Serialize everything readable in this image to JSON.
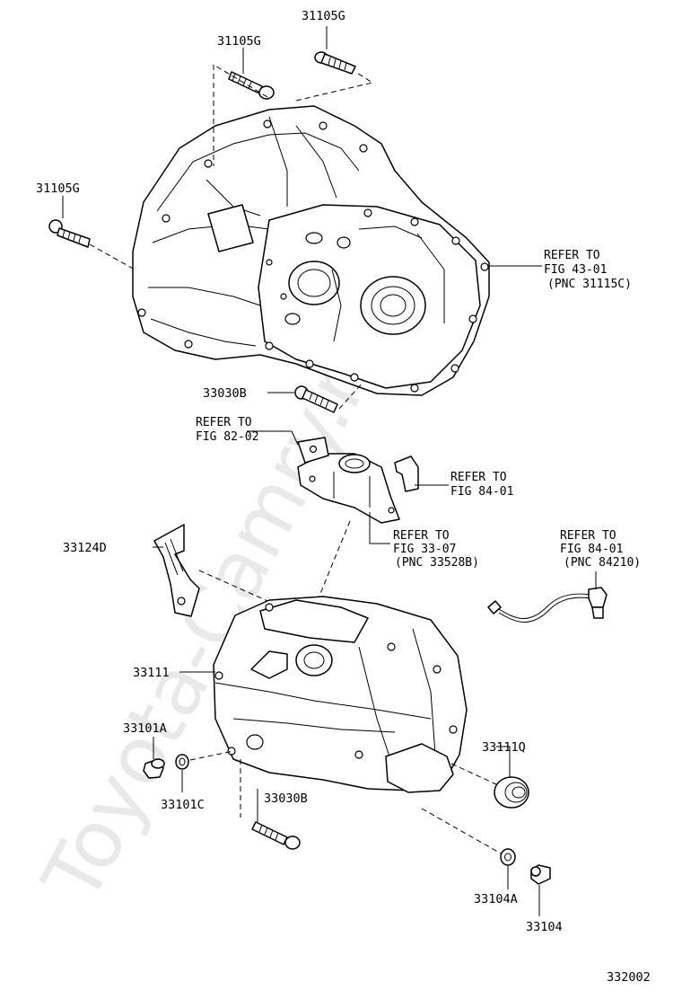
{
  "watermark": "Toyota-Camry.ru",
  "diagram_id": "332002",
  "parts": {
    "bolt_top_right": "31105G",
    "bolt_top_left": "31105G",
    "bolt_left": "31105G",
    "bolt_housing_bottom": "33030B",
    "bracket": "33124D",
    "case": "33111",
    "plug": "33101A",
    "gasket": "33101C",
    "bolt_case": "33030B",
    "oil_seal": "33111Q",
    "drain_gasket": "33104A",
    "drain_plug": "33104"
  },
  "references": {
    "housing": {
      "line1": "REFER TO",
      "line2": "FIG 43-01",
      "line3": "(PNC 31115C)"
    },
    "fig82": {
      "line1": "REFER TO",
      "line2": "FIG 82-02"
    },
    "fig84_bracket": {
      "line1": "REFER TO",
      "line2": "FIG 84-01"
    },
    "fig33": {
      "line1": "REFER TO",
      "line2": "FIG 33-07",
      "line3": "(PNC 33528B)"
    },
    "fig84_sensor": {
      "line1": "REFER TO",
      "line2": "FIG 84-01",
      "line3": "(PNC 84210)"
    }
  }
}
